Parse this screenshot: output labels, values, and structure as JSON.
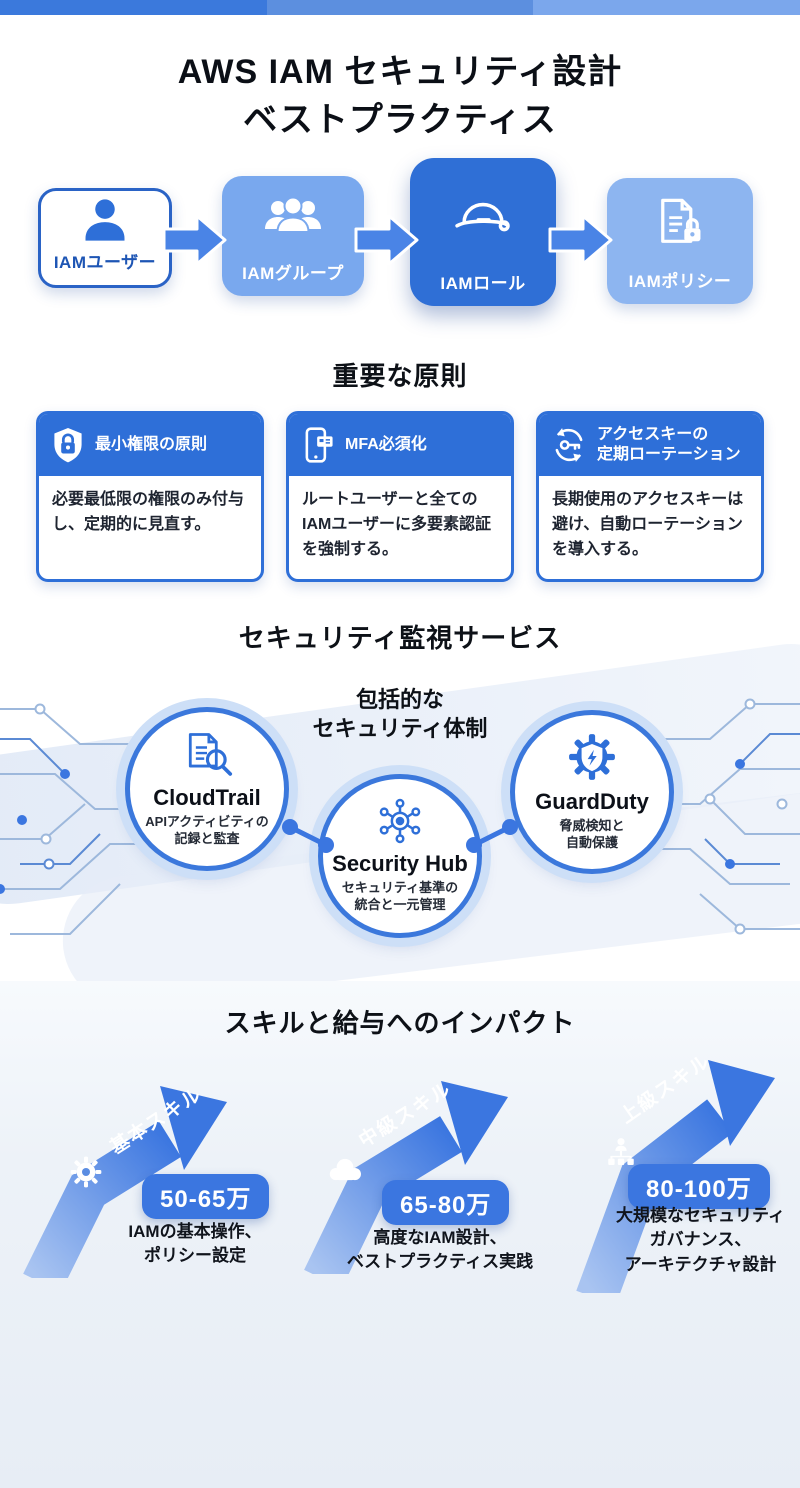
{
  "accent_color": "#2e6fd8",
  "header": {
    "bar_colors": [
      "#3b79dc",
      "#5c8fdf",
      "#7ba7ec"
    ],
    "title": "AWS IAM セキュリティ設計\nベストプラクティス"
  },
  "flow": {
    "items": [
      {
        "label": "IAMユーザー",
        "icon": "user-icon",
        "style": "white-outlined"
      },
      {
        "label": "IAMグループ",
        "icon": "user-group-icon",
        "style": "light-blue"
      },
      {
        "label": "IAMロール",
        "icon": "hard-hat-icon",
        "style": "dark-blue"
      },
      {
        "label": "IAMポリシー",
        "icon": "document-lock-icon",
        "style": "lighter-blue"
      }
    ],
    "arrow_icon": "right-arrow-icon"
  },
  "principles": {
    "heading": "重要な原則",
    "cards": [
      {
        "icon": "shield-lock-icon",
        "title": "最小権限の原則",
        "body": "必要最低限の権限のみ付与し、定期的に見直す。"
      },
      {
        "icon": "mfa-phone-icon",
        "title": "MFA必須化",
        "body": "ルートユーザーと全てのIAMユーザーに多要素認証を強制する。"
      },
      {
        "icon": "key-rotation-icon",
        "title": "アクセスキーの\n定期ローテーション",
        "body": "長期使用のアクセスキーは避け、自動ローテーションを導入する。"
      }
    ]
  },
  "monitoring": {
    "heading": "セキュリティ監視サービス",
    "center_caption": "包括的な\nセキュリティ体制",
    "services": [
      {
        "icon": "audit-log-icon",
        "name": "CloudTrail",
        "desc": "APIアクティビティの\n記録と監査"
      },
      {
        "icon": "hub-network-icon",
        "name": "Security Hub",
        "desc": "セキュリティ基準の\n統合と一元管理"
      },
      {
        "icon": "guard-shield-icon",
        "name": "GuardDuty",
        "desc": "脅威検知と\n自動保護"
      }
    ]
  },
  "skills": {
    "heading": "スキルと給与へのインパクト",
    "levels": [
      {
        "icon": "gear-icon",
        "label": "基本スキル",
        "salary": "50-65万",
        "desc": "IAMの基本操作、\nポリシー設定"
      },
      {
        "icon": "cloud-icon",
        "label": "中級スキル",
        "salary": "65-80万",
        "desc": "高度なIAM設計、\nベストプラクティス実践"
      },
      {
        "icon": "org-chart-icon",
        "label": "上級スキル",
        "salary": "80-100万",
        "desc": "大規模なセキュリティ\nガバナンス、\nアーキテクチャ設計"
      }
    ]
  }
}
